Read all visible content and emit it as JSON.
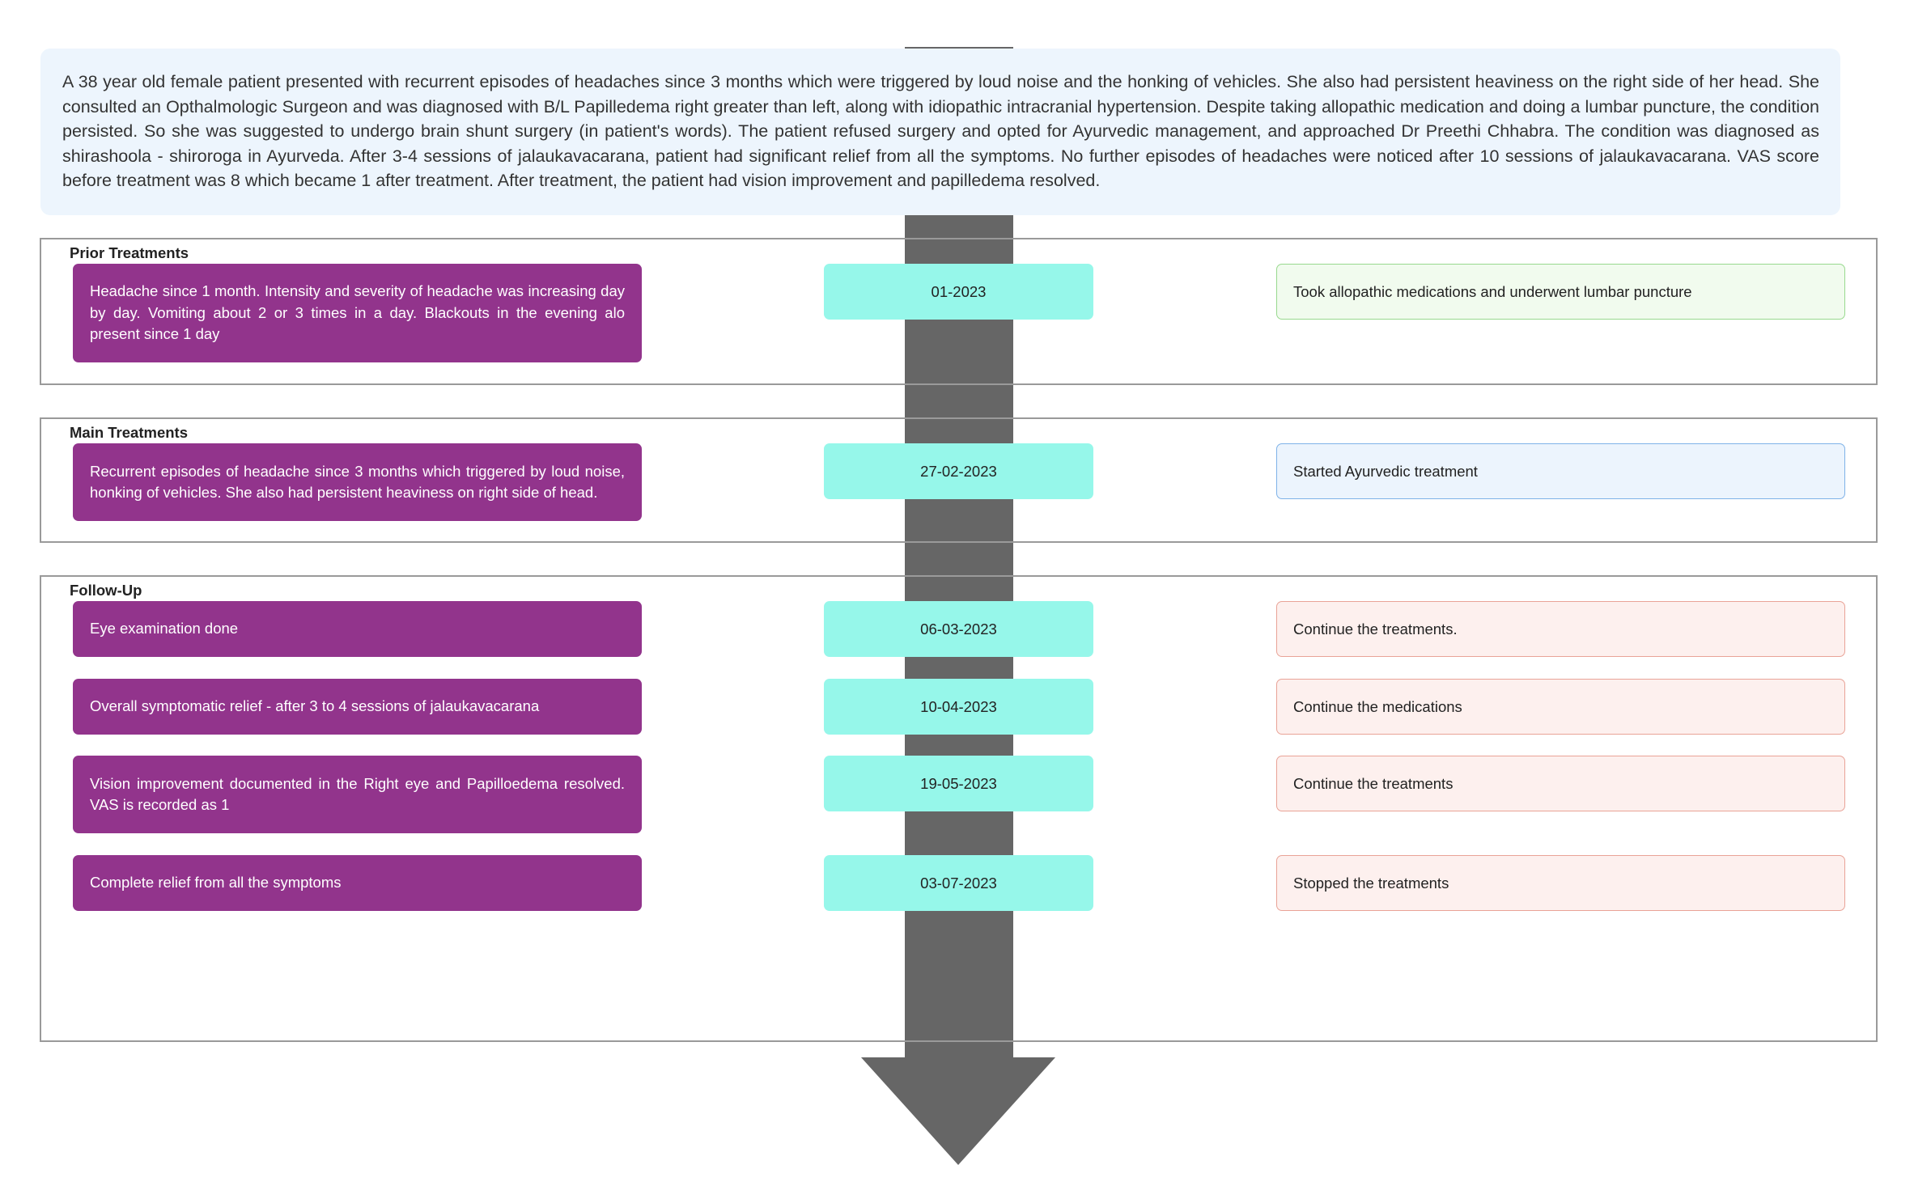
{
  "summary": "A 38 year old female patient presented with recurrent episodes of headaches since 3 months which were triggered by loud noise and the honking of vehicles. She also had persistent heaviness on the right side of her head. She consulted an Opthalmologic Surgeon and was diagnosed with B/L Papilledema right greater than left, along with idiopathic intracranial hypertension. Despite taking allopathic medication and doing a lumbar puncture, the condition persisted. So she was suggested to undergo brain shunt surgery (in patient's words). The patient refused surgery and opted for Ayurvedic management, and approached Dr Preethi Chhabra. The condition was diagnosed as shirashoola - shiroroga in Ayurveda. After 3-4 sessions of jalaukavacarana, patient had significant relief from all the symptoms. No further episodes of headaches were noticed after 10 sessions of jalaukavacarana. VAS score before treatment was 8 which became 1 after treatment. After treatment, the patient had vision improvement and papilledema resolved.",
  "colors": {
    "event_fill": "#92348c",
    "date_fill": "#96f7ea",
    "arrow": "#666666",
    "prior_action": "#f1fbee",
    "main_action": "#ecf4fd",
    "followup_action": "#fdf0ee"
  },
  "sections": {
    "prior": {
      "label": "Prior Treatments",
      "entries": [
        {
          "event": "Headache since 1 month. Intensity and severity of headache was increasing day by day. Vomiting about 2 or 3 times in a day. Blackouts in the evening alo present since 1 day",
          "date": "01-2023",
          "action": "Took allopathic medications and underwent lumbar puncture"
        }
      ]
    },
    "main": {
      "label": "Main Treatments",
      "entries": [
        {
          "event": "Recurrent episodes of headache since 3 months which triggered by loud noise, honking of vehicles. She also had persistent heaviness on right side of head.",
          "date": "27-02-2023",
          "action": "Started Ayurvedic treatment"
        }
      ]
    },
    "followup": {
      "label": "Follow-Up",
      "entries": [
        {
          "event": "Eye examination done",
          "date": "06-03-2023",
          "action": "Continue the treatments."
        },
        {
          "event": "Overall symptomatic relief - after 3 to 4 sessions of jalaukavacarana",
          "date": "10-04-2023",
          "action": "Continue the medications"
        },
        {
          "event": "Vision improvement documented in the Right eye and Papilloedema resolved. VAS is recorded as 1",
          "date": "19-05-2023",
          "action": "Continue the treatments"
        },
        {
          "event": "Complete relief from all the symptoms",
          "date": "03-07-2023",
          "action": "Stopped the treatments"
        }
      ]
    }
  }
}
